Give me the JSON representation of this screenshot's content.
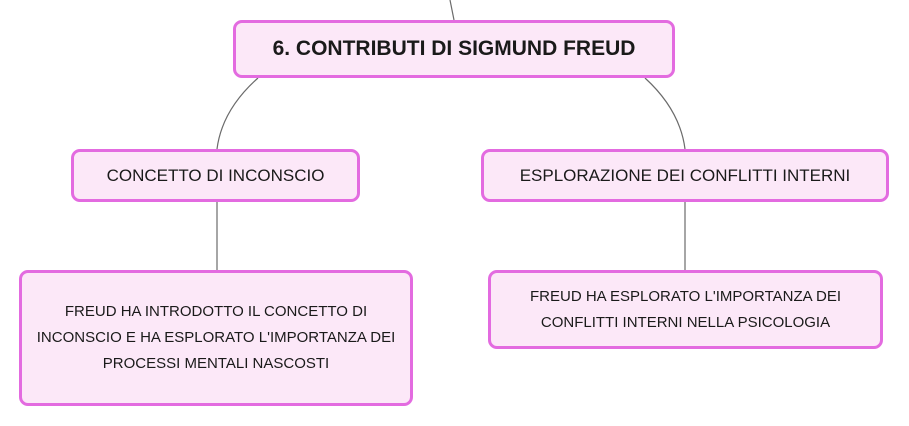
{
  "diagram": {
    "root": {
      "label": "6. CONTRIBUTI DI SIGMUND FREUD"
    },
    "branches": [
      {
        "label": "CONCETTO DI INCONSCIO",
        "detail": "FREUD HA INTRODOTTO IL CONCETTO DI INCONSCIO E HA ESPLORATO L'IMPORTANZA DEI PROCESSI MENTALI NASCOSTI"
      },
      {
        "label": "ESPLORAZIONE DEI CONFLITTI INTERNI",
        "detail": "FREUD HA ESPLORATO L'IMPORTANZA DEI CONFLITTI INTERNI NELLA PSICOLOGIA"
      }
    ]
  },
  "colors": {
    "node_fill": "#fce8f8",
    "node_border": "#e36be0",
    "connector": "#6b6b6b",
    "text": "#1a1a1a"
  }
}
